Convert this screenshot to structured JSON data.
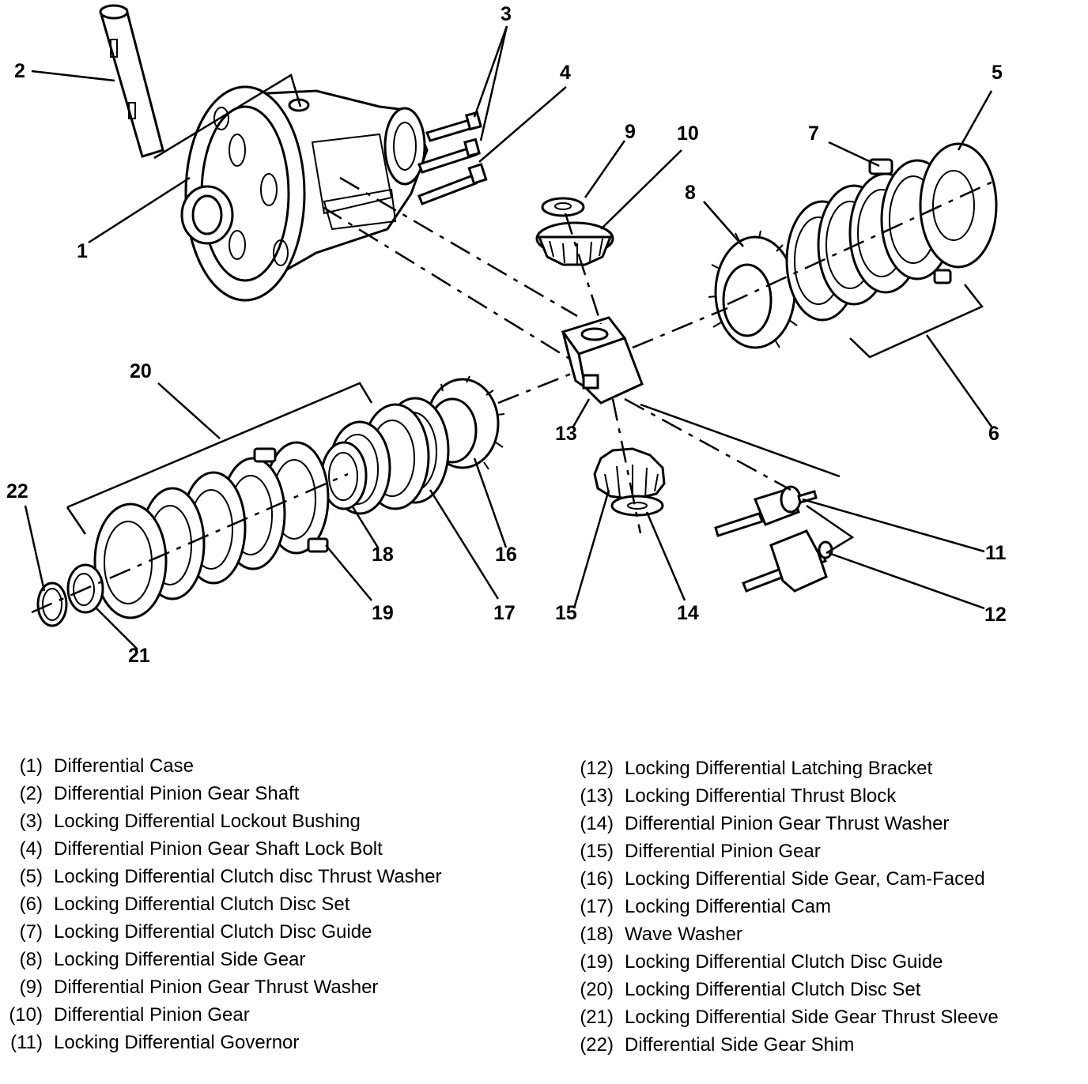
{
  "callouts": [
    "1",
    "2",
    "3",
    "4",
    "5",
    "6",
    "7",
    "8",
    "9",
    "10",
    "11",
    "12",
    "13",
    "14",
    "15",
    "16",
    "17",
    "18",
    "19",
    "20",
    "21",
    "22"
  ],
  "legend": [
    {
      "num": "(1)",
      "text": "Differential Case"
    },
    {
      "num": "(2)",
      "text": "Differential Pinion Gear Shaft"
    },
    {
      "num": "(3)",
      "text": "Locking Differential Lockout Bushing"
    },
    {
      "num": "(4)",
      "text": "Differential Pinion Gear Shaft Lock Bolt"
    },
    {
      "num": "(5)",
      "text": "Locking Differential Clutch disc Thrust Washer"
    },
    {
      "num": "(6)",
      "text": "Locking Differential Clutch Disc Set"
    },
    {
      "num": "(7)",
      "text": "Locking Differential Clutch Disc Guide"
    },
    {
      "num": "(8)",
      "text": "Locking Differential Side Gear"
    },
    {
      "num": "(9)",
      "text": "Differential Pinion Gear Thrust Washer"
    },
    {
      "num": "(10)",
      "text": "Differential Pinion Gear"
    },
    {
      "num": "(11)",
      "text": "Locking Differential Governor"
    },
    {
      "num": "(12)",
      "text": "Locking Differential Latching Bracket"
    },
    {
      "num": "(13)",
      "text": "Locking Differential Thrust Block"
    },
    {
      "num": "(14)",
      "text": "Differential Pinion Gear Thrust Washer"
    },
    {
      "num": "(15)",
      "text": "Differential Pinion Gear"
    },
    {
      "num": "(16)",
      "text": "Locking Differential Side Gear, Cam-Faced"
    },
    {
      "num": "(17)",
      "text": "Locking Differential Cam"
    },
    {
      "num": "(18)",
      "text": "Wave Washer"
    },
    {
      "num": "(19)",
      "text": "Locking Differential Clutch Disc Guide"
    },
    {
      "num": "(20)",
      "text": "Locking Differential Clutch Disc Set"
    },
    {
      "num": "(21)",
      "text": "Locking Differential Side Gear Thrust Sleeve"
    },
    {
      "num": "(22)",
      "text": "Differential Side Gear Shim"
    }
  ]
}
